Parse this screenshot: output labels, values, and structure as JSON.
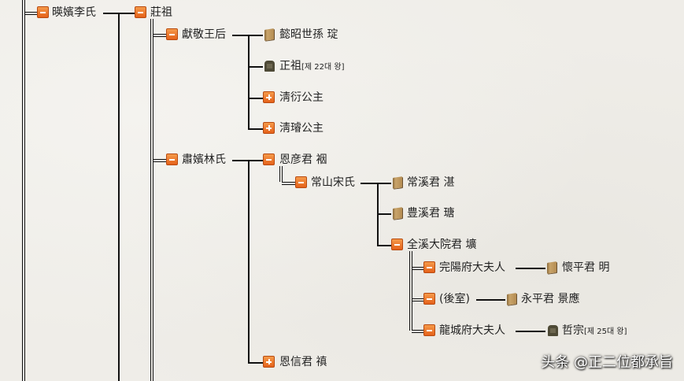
{
  "nodes": {
    "yeongbin": "暎嬪李氏",
    "jangjo": "莊祖",
    "heongyeong": "獻敬王后",
    "uiso": "懿昭世孫 琔",
    "jeongjo": "正祖",
    "jeongjo_tag": "[제 22대 왕]",
    "cheongyeon": "淸衍公主",
    "cheongseon": "淸璿公主",
    "sukbin": "肅嬪林氏",
    "eunun": "恩彦君 裀",
    "sangsan": "常山宋氏",
    "sanggye": "常溪君 湛",
    "punggye": "豊溪君 瑭",
    "jeongye": "全溪大院君 壙",
    "wanyang": "完陽府大夫人",
    "hoepyeong": "懷平君 明",
    "husil": "(後室)",
    "yeongpyeong": "永平君 景應",
    "yongseong": "龍城府大夫人",
    "cheoljong": "哲宗",
    "cheoljong_tag": "[제 25대 왕]",
    "eunsin": "恩信君 禛"
  },
  "watermark": "头条 @正二位都承旨"
}
